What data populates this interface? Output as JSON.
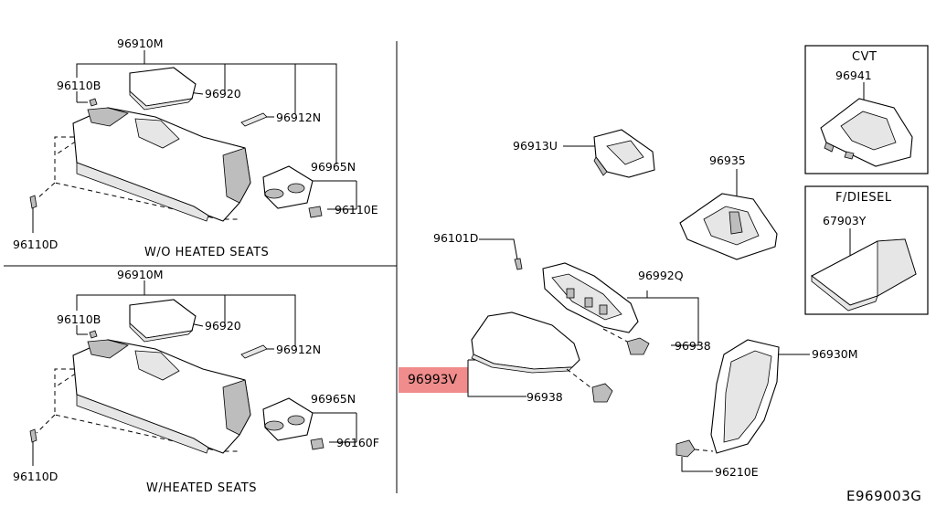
{
  "panels": {
    "top_left": {
      "caption": "W/O HEATED SEATS",
      "labels": [
        "96910M",
        "96110B",
        "96920",
        "96912N",
        "96965N",
        "96110E",
        "96110D"
      ]
    },
    "bottom_left": {
      "caption": "W/HEATED SEATS",
      "labels": [
        "96910M",
        "96110B",
        "96920",
        "96912N",
        "96965N",
        "96160F",
        "96110D"
      ]
    },
    "main": {
      "labels": [
        "96913U",
        "96935",
        "96101D",
        "96992Q",
        "96938",
        "96993V",
        "96938",
        "96930M",
        "96210E"
      ],
      "highlighted": "96993V",
      "highlight_color": "#f08c8c"
    },
    "cvt": {
      "title": "CVT",
      "label": "96941"
    },
    "diesel": {
      "title": "F/DIESEL",
      "label": "67903Y"
    }
  },
  "diagram_code": "E969003G"
}
